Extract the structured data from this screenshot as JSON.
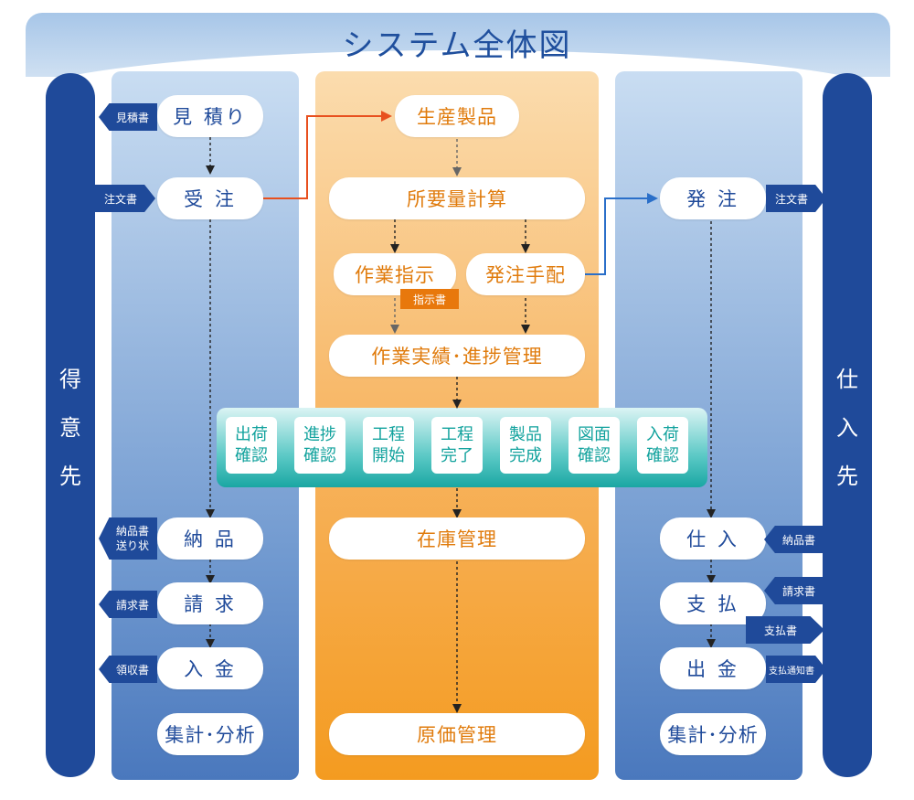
{
  "title": "システム全体図",
  "left_pillar": [
    "得",
    "意",
    "先"
  ],
  "right_pillar": [
    "仕",
    "入",
    "先"
  ],
  "customer_flow": {
    "estimate": "見 積り",
    "order_receipt": "受 注",
    "delivery": "納 品",
    "billing": "請 求",
    "payment_receipt": "入 金",
    "analysis": "集計･分析"
  },
  "customer_docs": {
    "estimate_doc": "見積書",
    "order_doc": "注文書",
    "delivery_doc_1": "納品書",
    "delivery_doc_2": "送り状",
    "invoice_doc": "請求書",
    "receipt_doc": "領収書"
  },
  "production_flow": {
    "product": "生産製品",
    "mrp": "所要量計算",
    "work_order": "作業指示",
    "purchase_arrangement": "発注手配",
    "instruction_doc": "指示書",
    "progress": "作業実績･進捗管理",
    "inventory": "在庫管理",
    "cost": "原価管理"
  },
  "status_tiles": [
    {
      "line1": "出荷",
      "line2": "確認"
    },
    {
      "line1": "進捗",
      "line2": "確認"
    },
    {
      "line1": "工程",
      "line2": "開始"
    },
    {
      "line1": "工程",
      "line2": "完了"
    },
    {
      "line1": "製品",
      "line2": "完成"
    },
    {
      "line1": "図面",
      "line2": "確認"
    },
    {
      "line1": "入荷",
      "line2": "確認"
    }
  ],
  "supplier_flow": {
    "purchase_order": "発 注",
    "purchase": "仕 入",
    "payment": "支 払",
    "disbursement": "出 金",
    "analysis": "集計･分析"
  },
  "supplier_docs": {
    "order_doc": "注文書",
    "delivery_doc": "納品書",
    "invoice_doc": "請求書",
    "payment_doc": "支払書",
    "payment_notice_doc": "支払通知書"
  },
  "colors": {
    "navy": "#1f4a9a",
    "orange": "#f49b20",
    "teal": "#11a29d",
    "link": "#e8501e"
  }
}
